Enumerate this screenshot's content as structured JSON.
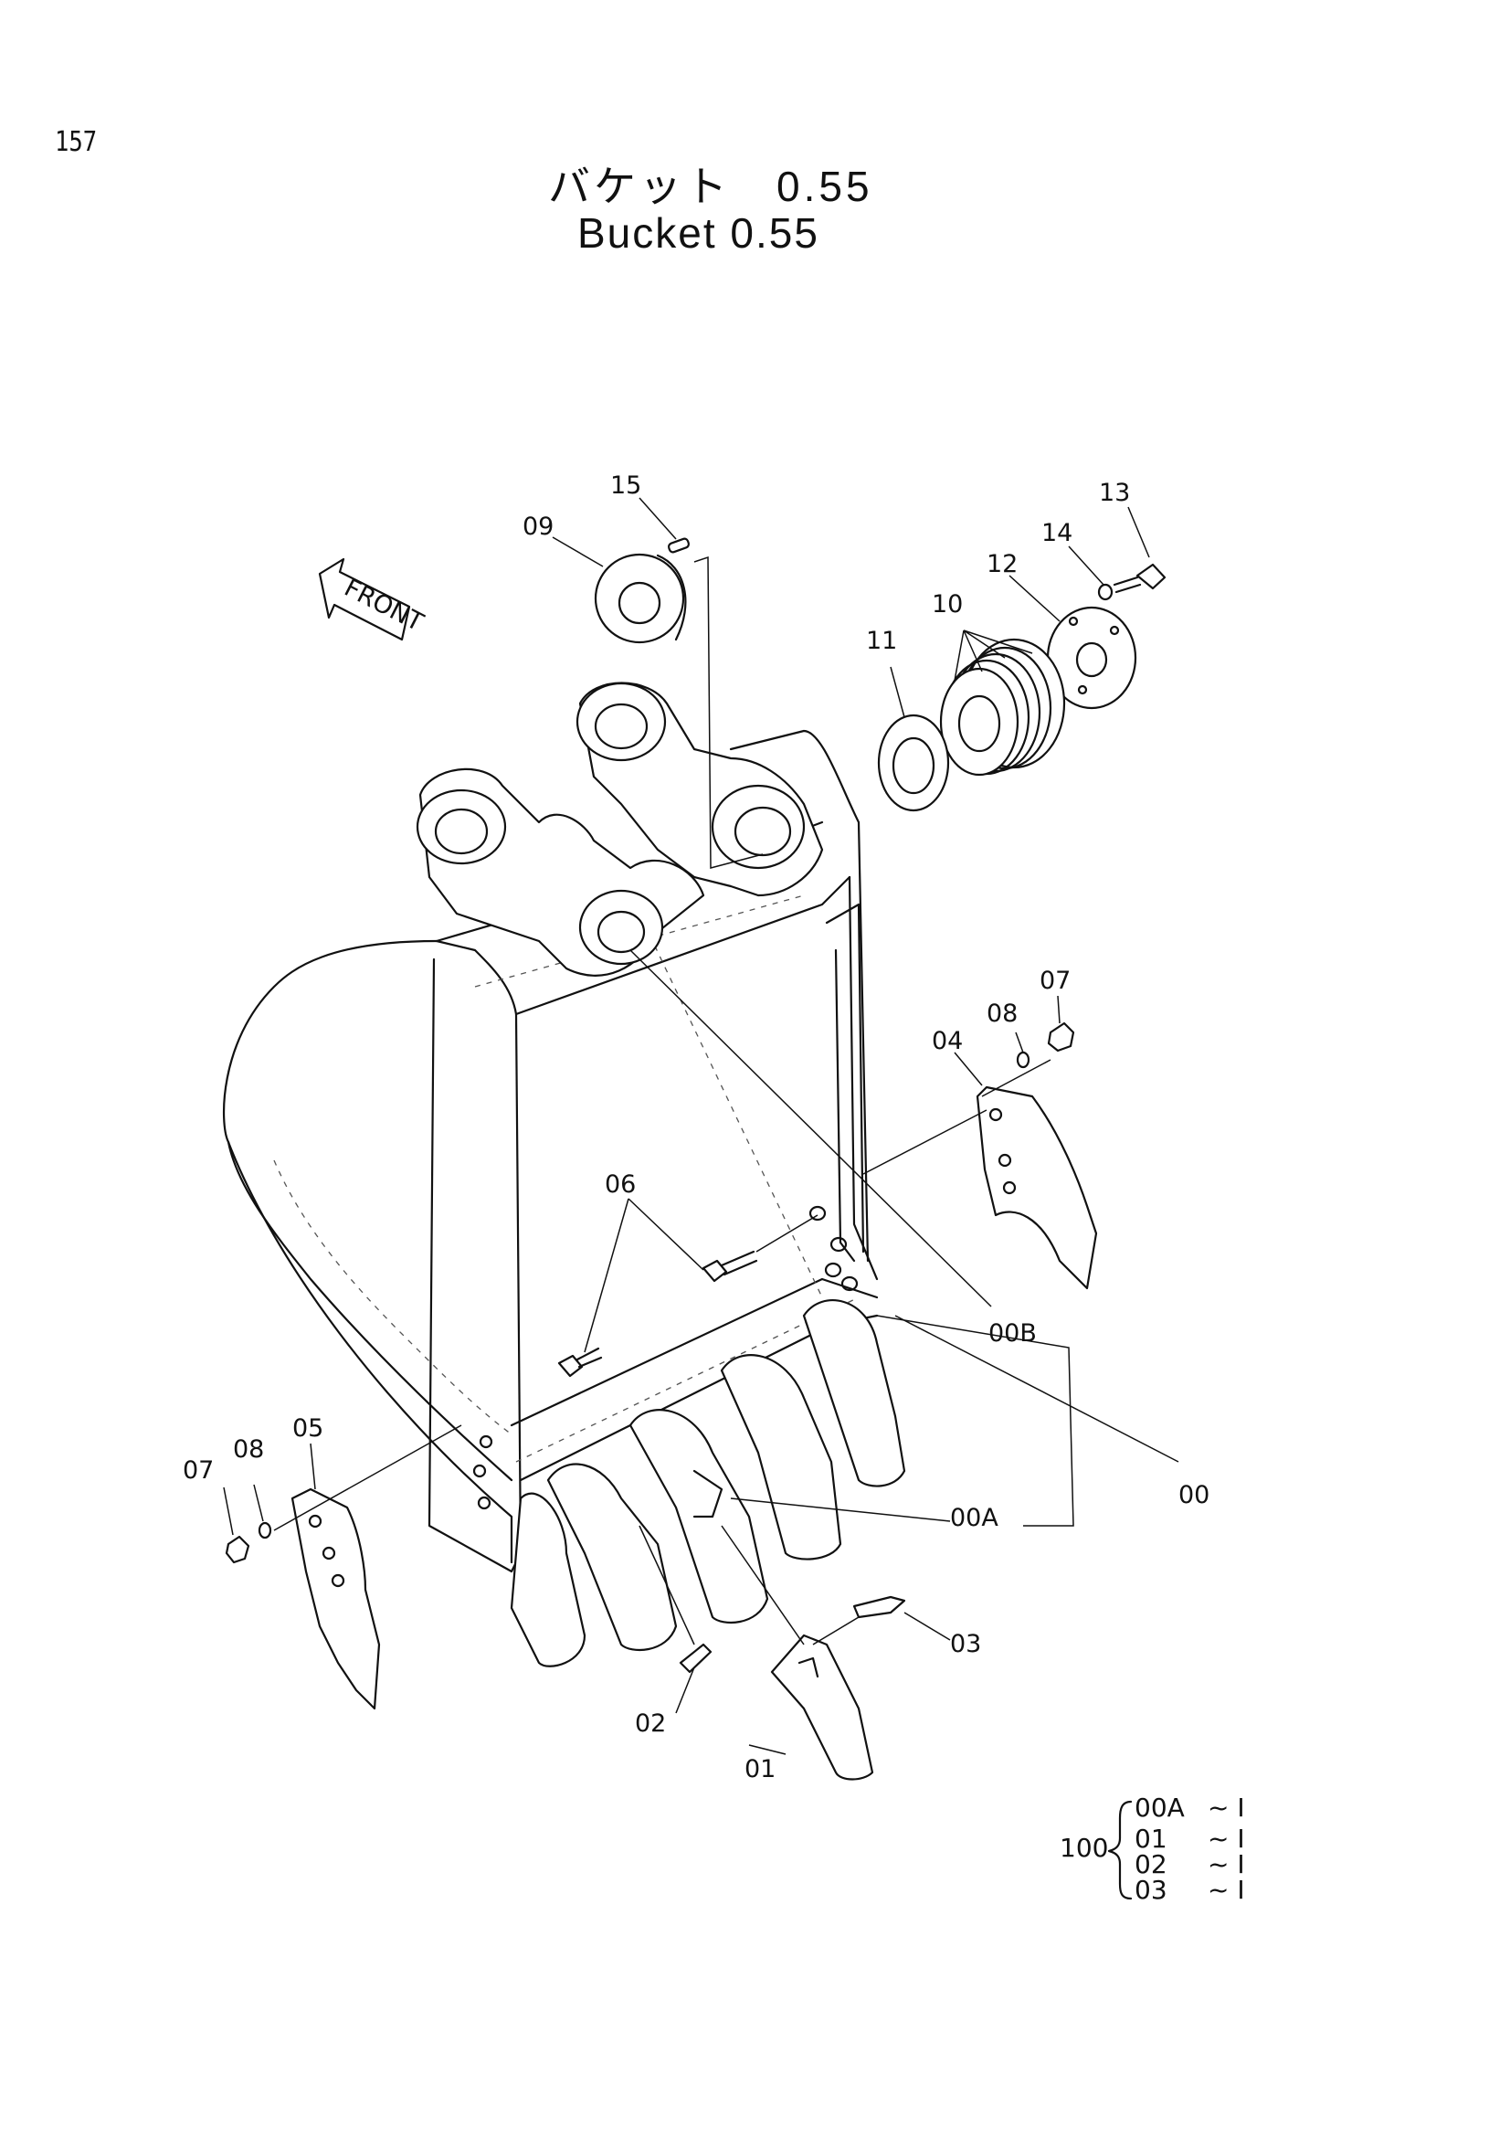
{
  "page_number": "157",
  "title_jp": "バケット　0.55",
  "title_en": "Bucket 0.55",
  "front_label": "FRONT",
  "callouts": [
    {
      "id": "15",
      "label": "15"
    },
    {
      "id": "09",
      "label": "09"
    },
    {
      "id": "13",
      "label": "13"
    },
    {
      "id": "14",
      "label": "14"
    },
    {
      "id": "12",
      "label": "12"
    },
    {
      "id": "10",
      "label": "10"
    },
    {
      "id": "11",
      "label": "11"
    },
    {
      "id": "07r",
      "label": "07"
    },
    {
      "id": "08r",
      "label": "08"
    },
    {
      "id": "04",
      "label": "04"
    },
    {
      "id": "06",
      "label": "06"
    },
    {
      "id": "00B",
      "label": "00B"
    },
    {
      "id": "00",
      "label": "00"
    },
    {
      "id": "00A",
      "label": "00A"
    },
    {
      "id": "07l",
      "label": "07"
    },
    {
      "id": "08l",
      "label": "08"
    },
    {
      "id": "05",
      "label": "05"
    },
    {
      "id": "03",
      "label": "03"
    },
    {
      "id": "02",
      "label": "02"
    },
    {
      "id": "01",
      "label": "01"
    }
  ],
  "kit": {
    "number": "100",
    "items": [
      {
        "part": "00A",
        "qty": "~ I"
      },
      {
        "part": "01",
        "qty": "~ I"
      },
      {
        "part": "02",
        "qty": "~ I"
      },
      {
        "part": "03",
        "qty": "~ I"
      }
    ]
  }
}
